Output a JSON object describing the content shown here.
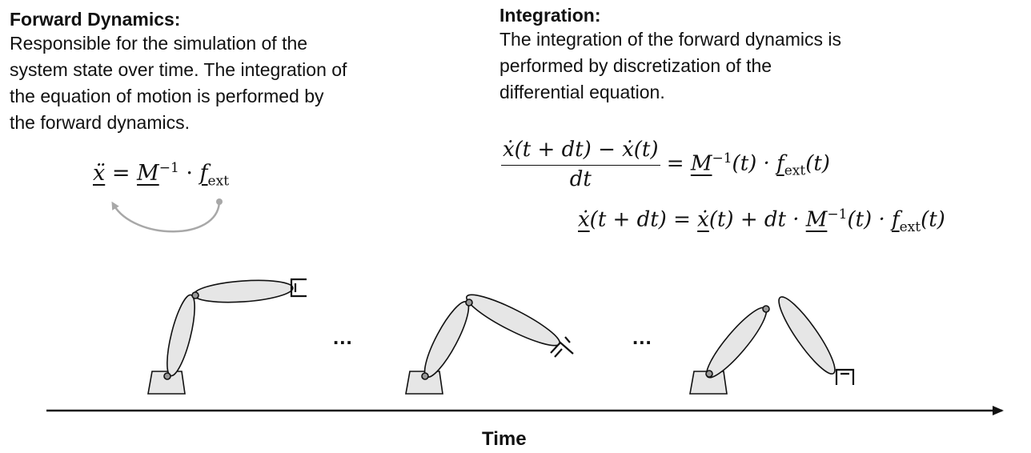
{
  "forward": {
    "heading": "Forward Dynamics:",
    "lines": [
      "Responsible for the simulation of the",
      "system state over time. The integration of",
      "the equation of motion is performed by",
      "the forward dynamics."
    ]
  },
  "integration": {
    "heading": "Integration:",
    "lines": [
      "The integration of the forward dynamics is",
      "performed by discretization of the",
      "differential equation."
    ]
  },
  "equations": {
    "eom": {
      "lhs": "ẍ",
      "eq": "=",
      "M": "M",
      "inv": "−1",
      "dot": "·",
      "f": "f",
      "sub": "ext"
    },
    "disc": {
      "num": "ẋ(t + dt) − ẋ(t)",
      "den": "dt",
      "rhs_eq": "=",
      "rhs": "M",
      "inv": "−1",
      "t1": "(t) · ",
      "f": "f",
      "sub": "ext",
      "t2": "(t)"
    },
    "update": {
      "lhs": "ẋ",
      "lhs_arg": "(t + dt) = ",
      "x": "ẋ",
      "mid": "(t) + dt · ",
      "M": "M",
      "inv": "−1",
      "t1": "(t) · ",
      "f": "f",
      "sub": "ext",
      "t2": "(t)"
    }
  },
  "ellipsis": [
    "...",
    "..."
  ],
  "axis": {
    "label": "Time"
  },
  "colors": {
    "arm_fill": "#e6e6e6",
    "arrow_gray": "#a8a8a8",
    "stroke": "#111111"
  }
}
